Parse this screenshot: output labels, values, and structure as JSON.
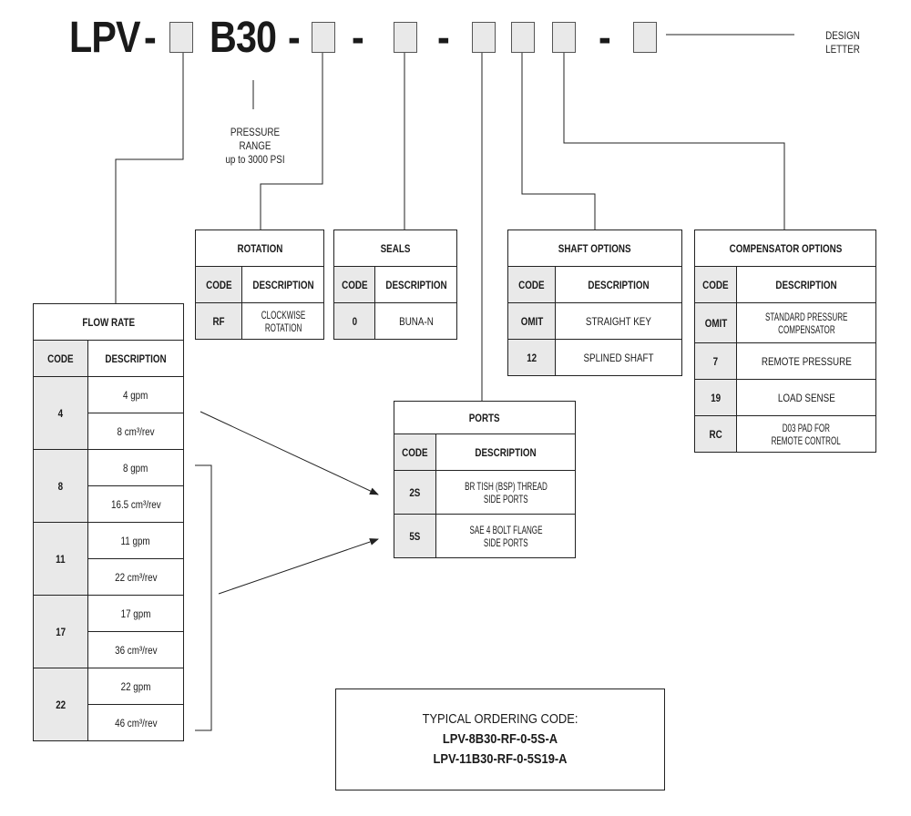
{
  "header": {
    "prefix": "LPV",
    "dash": "-",
    "pressure_code": "B30",
    "design_letter": "DESIGN LETTER"
  },
  "pressure": {
    "label": "PRESSURE RANGE",
    "value": "up to 3000 PSI"
  },
  "columns": {
    "code": "CODE",
    "description": "DESCRIPTION"
  },
  "rotation": {
    "title": "ROTATION",
    "rows": [
      {
        "code": "RF",
        "desc": [
          "CLOCKWISE",
          "ROTATION"
        ]
      }
    ]
  },
  "seals": {
    "title": "SEALS",
    "rows": [
      {
        "code": "0",
        "desc": [
          "BUNA-N"
        ]
      }
    ]
  },
  "shaft": {
    "title": "SHAFT OPTIONS",
    "rows": [
      {
        "code": "OMIT",
        "desc": [
          "STRAIGHT KEY"
        ]
      },
      {
        "code": "12",
        "desc": [
          "SPLINED SHAFT"
        ]
      }
    ]
  },
  "compensator": {
    "title": "COMPENSATOR OPTIONS",
    "rows": [
      {
        "code": "OMIT",
        "desc": [
          "STANDARD PRESSURE",
          "COMPENSATOR"
        ]
      },
      {
        "code": "7",
        "desc": [
          "REMOTE PRESSURE"
        ]
      },
      {
        "code": "19",
        "desc": [
          "LOAD SENSE"
        ]
      },
      {
        "code": "RC",
        "desc": [
          "D03 PAD FOR",
          "REMOTE CONTROL"
        ]
      }
    ]
  },
  "flow": {
    "title": "FLOW RATE",
    "rows": [
      {
        "code": "4",
        "gpm": "4 gpm",
        "disp": "8 cm³/rev"
      },
      {
        "code": "8",
        "gpm": "8 gpm",
        "disp": "16.5 cm³/rev"
      },
      {
        "code": "11",
        "gpm": "11 gpm",
        "disp": "22 cm³/rev"
      },
      {
        "code": "17",
        "gpm": "17 gpm",
        "disp": "36 cm³/rev"
      },
      {
        "code": "22",
        "gpm": "22 gpm",
        "disp": "46 cm³/rev"
      }
    ]
  },
  "ports": {
    "title": "PORTS",
    "rows": [
      {
        "code": "2S",
        "desc": [
          "BR TISH (BSP) THREAD",
          "SIDE PORTS"
        ]
      },
      {
        "code": "5S",
        "desc": [
          "SAE 4 BOLT FLANGE",
          "SIDE PORTS"
        ]
      }
    ]
  },
  "ordering": {
    "label": "TYPICAL ORDERING CODE:",
    "examples": [
      "LPV-8B30-RF-0-5S-A",
      "LPV-11B30-RF-0-5S19-A"
    ]
  }
}
